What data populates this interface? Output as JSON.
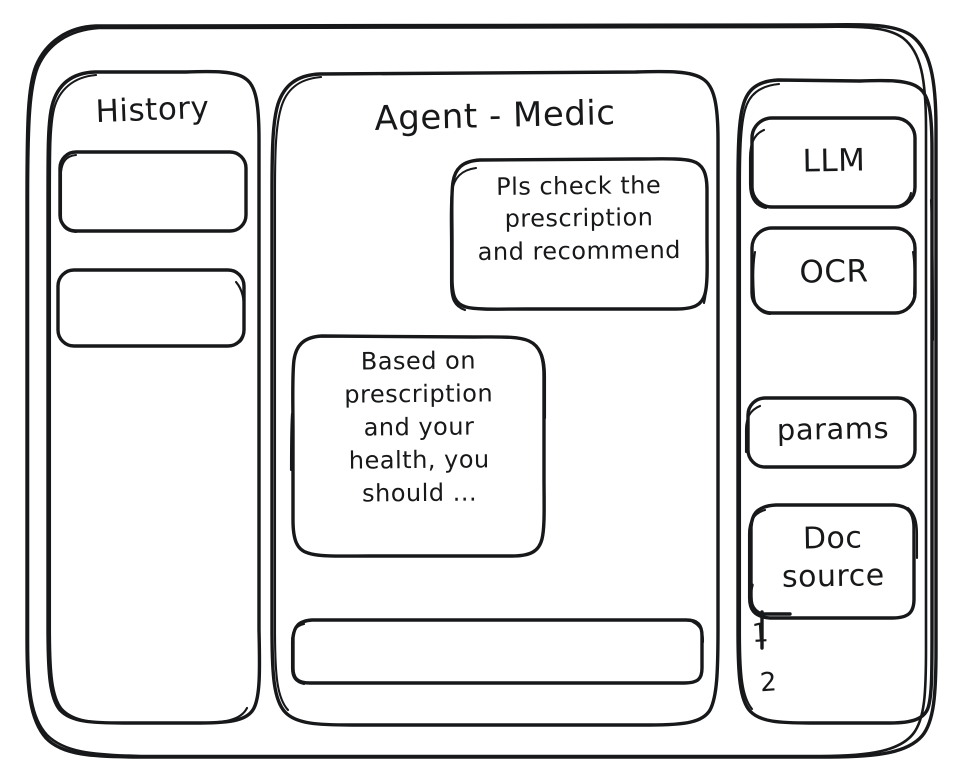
{
  "window": {
    "title": "Agent - Medic",
    "style": "hand-drawn-wireframe",
    "ink_color": "#17181a",
    "background_color": "#ffffff"
  },
  "sidebar_left": {
    "title": "History",
    "items": [
      {
        "label": "",
        "name": "history-item-1"
      },
      {
        "label": "",
        "name": "history-item-2"
      }
    ]
  },
  "main": {
    "title": "Agent - Medic",
    "messages": [
      {
        "role": "user",
        "text": "Pls check the\nprescription\nand recommend",
        "align": "right"
      },
      {
        "role": "agent",
        "text": "Based on\nprescription\nand your\nhealth, you\nshould ...",
        "align": "left"
      }
    ],
    "composer": {
      "value": "",
      "placeholder": ""
    }
  },
  "sidebar_right": {
    "buttons": [
      {
        "label": "LLM",
        "name": "llm-button"
      },
      {
        "label": "OCR",
        "name": "ocr-button"
      },
      {
        "label": "params",
        "name": "params-button"
      }
    ],
    "doc_source": {
      "label": "Doc\nsource",
      "items": [
        {
          "label": "1"
        },
        {
          "label": "2"
        }
      ]
    }
  }
}
